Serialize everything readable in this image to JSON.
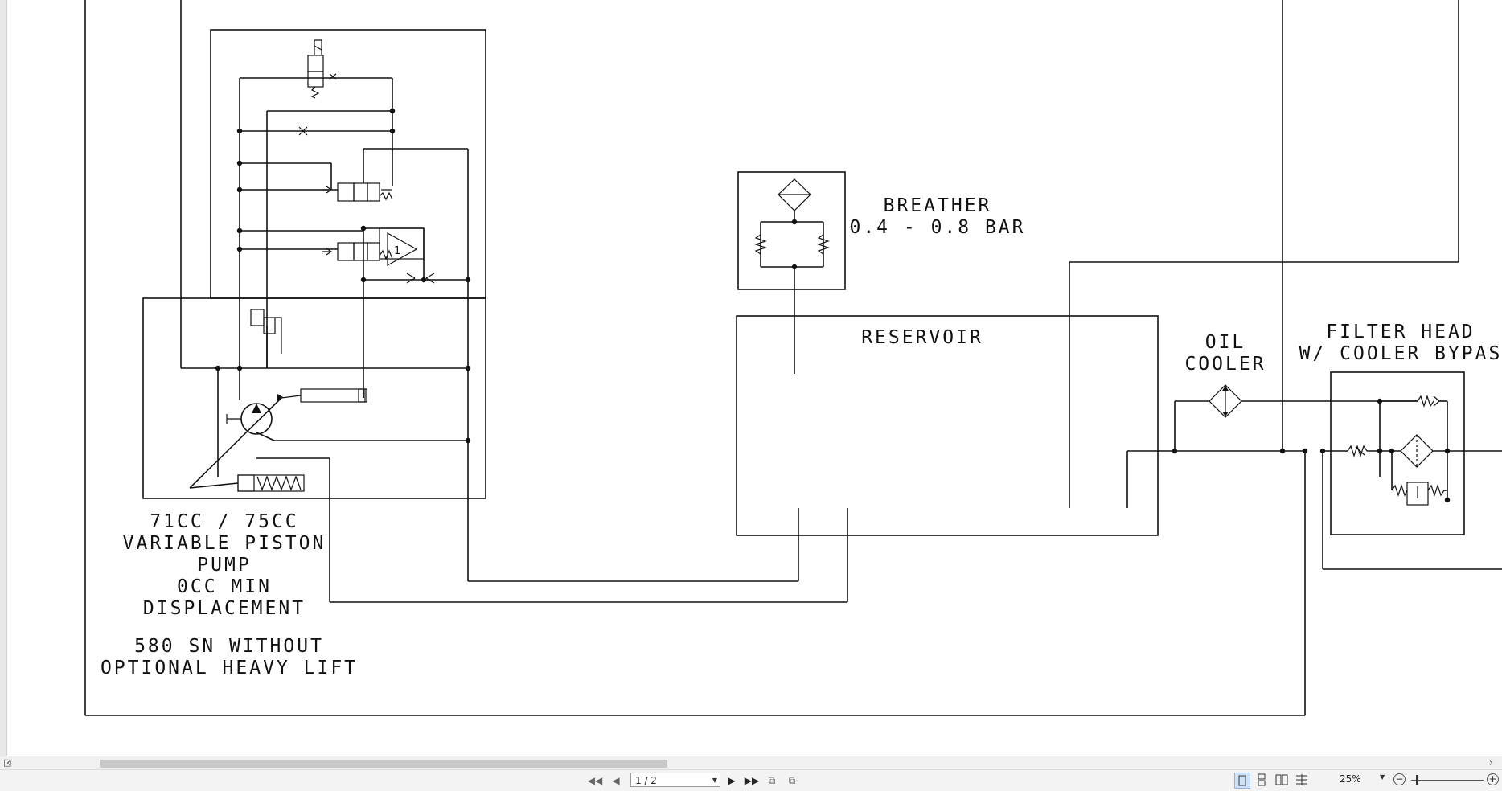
{
  "diagram": {
    "pump_label": [
      "71CC / 75CC",
      "VARIABLE PISTON",
      "PUMP",
      "0CC MIN",
      "DISPLACEMENT"
    ],
    "model_note": [
      "580 SN WITHOUT",
      "OPTIONAL HEAVY LIFT"
    ],
    "breather_label": [
      "BREATHER",
      "0.4 - 0.8 BAR"
    ],
    "reservoir_label": "RESERVOIR",
    "oil_cooler_label": [
      "OIL",
      "COOLER"
    ],
    "filter_head_label": [
      "FILTER HEAD",
      "W/ COOLER BYPAS"
    ],
    "valve_marker": "1"
  },
  "toolbar": {
    "page_field": "1 / 2",
    "zoom": "25%"
  },
  "icons": {
    "first_page": "first-page-icon",
    "prev_page": "prev-page-icon",
    "next_page": "next-page-icon",
    "last_page": "last-page-icon",
    "zoom_out": "zoom-out-icon",
    "zoom_in": "zoom-in-icon"
  }
}
